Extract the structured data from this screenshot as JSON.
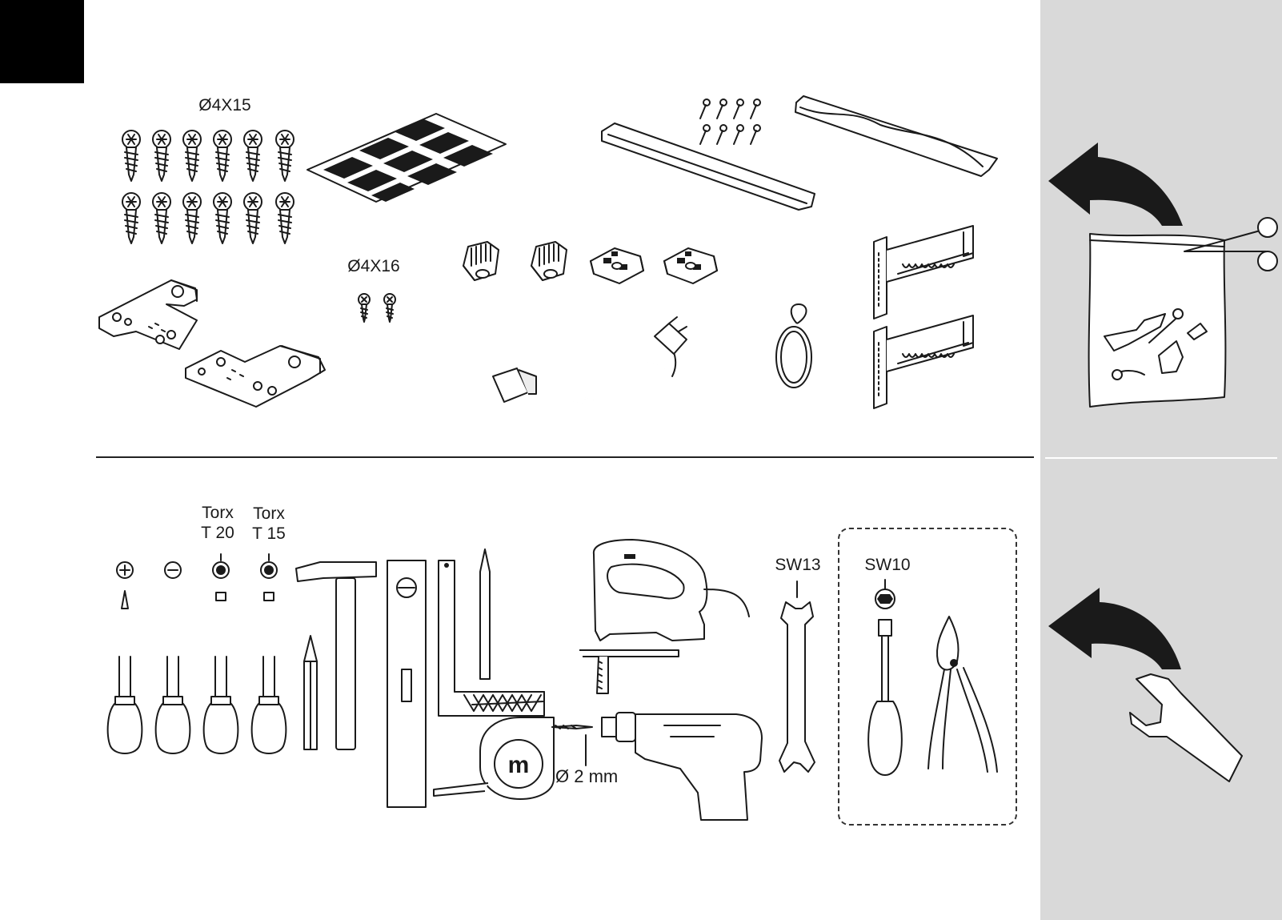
{
  "parts_section": {
    "screw_label_a": "Ø4X15",
    "screw_label_b": "Ø4X16"
  },
  "tools_section": {
    "torx_t20_label": "Torx\nT 20",
    "torx_t15_label": "Torx\nT 15",
    "sw13_label": "SW13",
    "sw10_label": "SW10",
    "drill_bit_label": "Ø 2 mm",
    "tape_measure_mark": "m"
  },
  "colors": {
    "sidebar": "#d9d9d9",
    "ink": "#1a1a1a",
    "corner_tab": "#000000"
  },
  "icons": [
    "screw-icon",
    "felt-pads-icon",
    "mounting-rail-icon",
    "small-screws-icon",
    "fixing-clip-icon",
    "power-cable-icon",
    "hose-clamp-icon",
    "side-bracket-icon",
    "corner-bracket-icon",
    "phillips-screwdriver-icon",
    "flat-screwdriver-icon",
    "torx-screwdriver-icon",
    "pencil-icon",
    "hammer-icon",
    "spirit-level-icon",
    "square-ruler-icon",
    "tape-measure-icon",
    "jigsaw-icon",
    "drill-icon",
    "open-end-wrench-icon",
    "socket-screwdriver-icon",
    "side-cutter-pliers-icon",
    "open-bag-arrow-icon",
    "scissors-icon",
    "wrench-arrow-icon"
  ]
}
